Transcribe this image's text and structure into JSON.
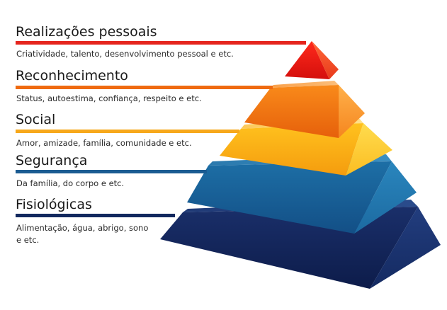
{
  "levels": [
    {
      "title": "Realizações pessoais",
      "desc": [
        "Criatividade, talento, desenvolvimento pessoal e etc."
      ],
      "color": "#e5251e"
    },
    {
      "title": "Reconhecimento",
      "desc": [
        "Status, autoestima, confiança, respeito e etc."
      ],
      "color": "#ef6a10"
    },
    {
      "title": "Social",
      "desc": [
        "Amor, amizade, família, comunidade e etc."
      ],
      "color": "#f7a81b"
    },
    {
      "title": "Segurança",
      "desc": [
        "Da família, do corpo e etc."
      ],
      "color": "#1b5c92"
    },
    {
      "title": "Fisiológicas",
      "desc": [
        "Alimentação, água, abrigo, sono",
        "e etc."
      ],
      "color": "#12285e"
    }
  ]
}
